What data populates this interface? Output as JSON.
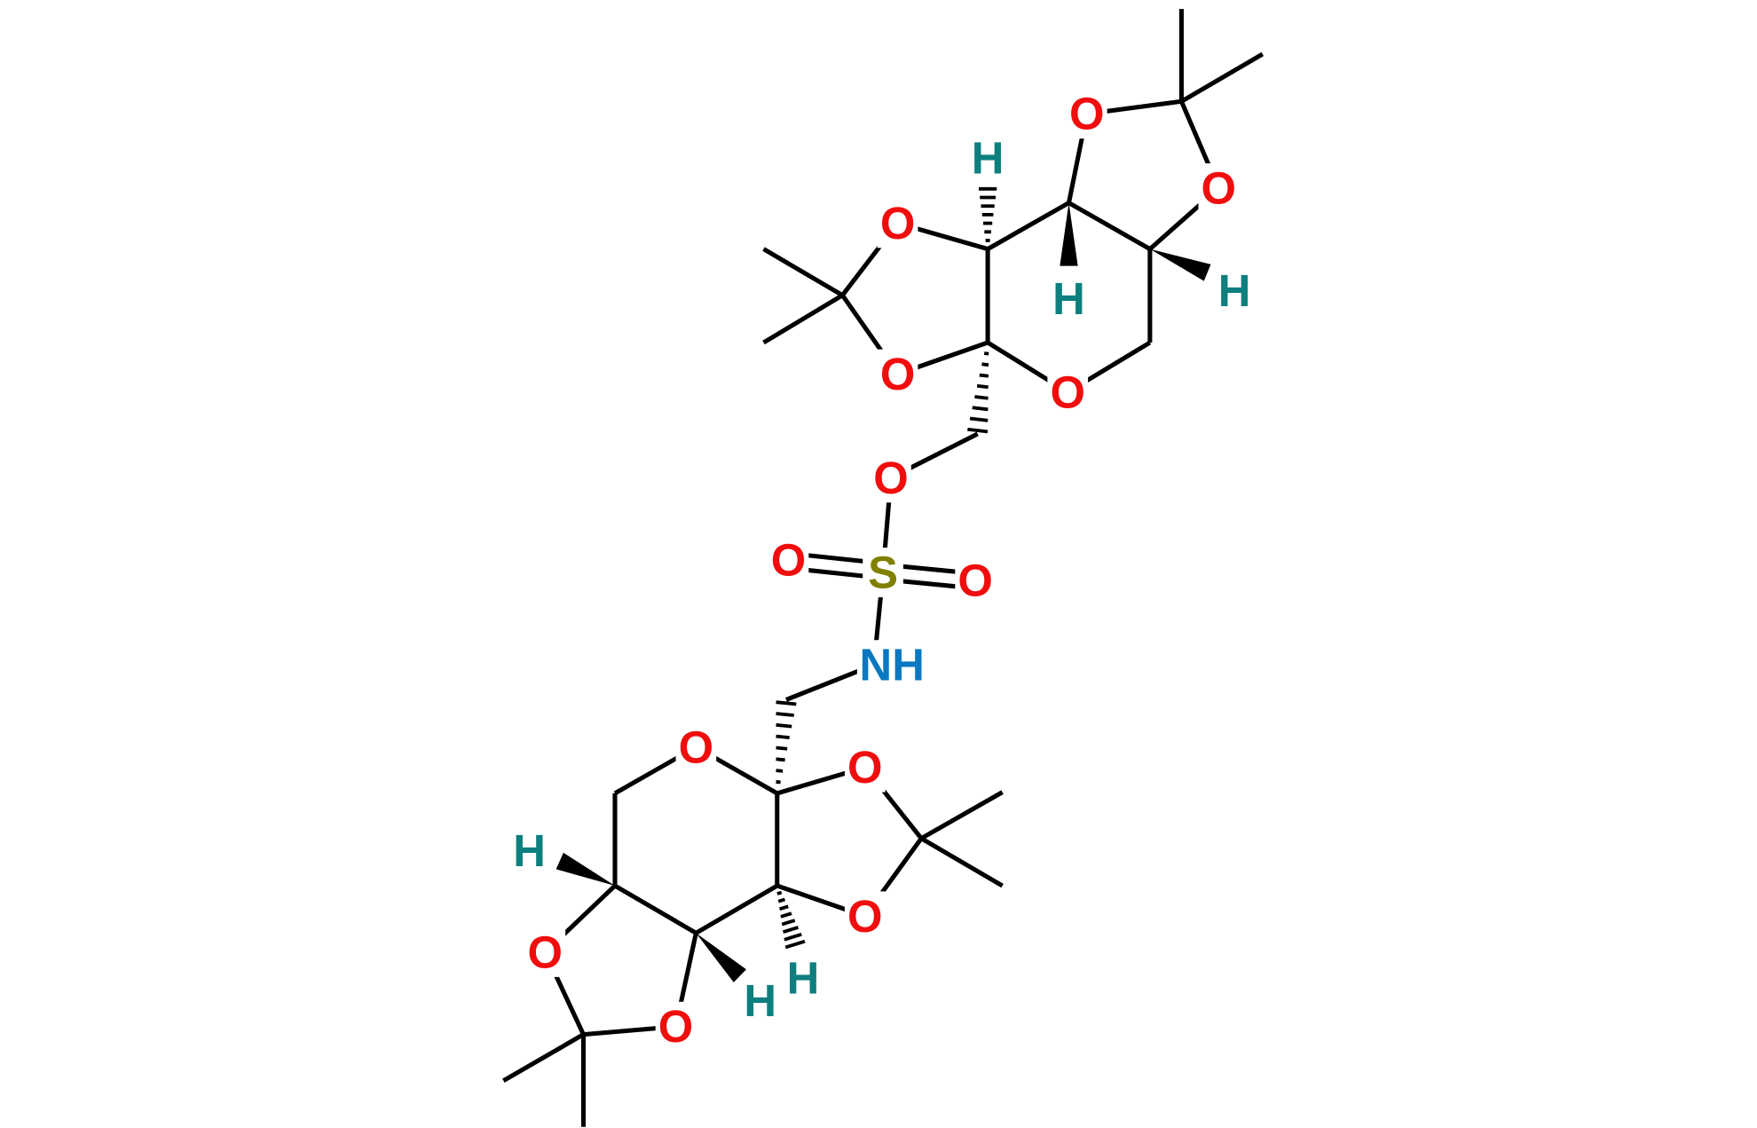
{
  "colors": {
    "oxygen": "#f00d0d",
    "hydrogen": "#0d7f7f",
    "nitrogen": "#0a78c0",
    "sulfur": "#808000",
    "bond": "#000000"
  },
  "atoms": {
    "O": "O",
    "H": "H",
    "S": "S",
    "NH": "NH"
  }
}
